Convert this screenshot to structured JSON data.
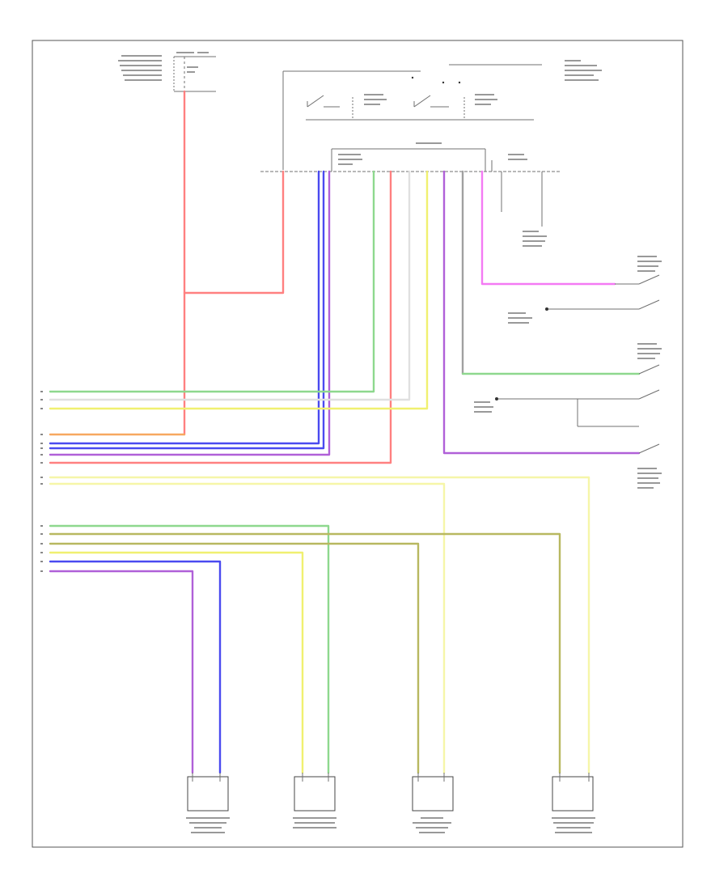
{
  "diagram": {
    "frame_label": "",
    "fuse_block_label": "",
    "control_unit_label": "",
    "footer_code": ""
  },
  "colors": {
    "red": "#ff8080",
    "blue": "#4a4af0",
    "violet": "#b060d8",
    "green": "#8ed88e",
    "yellow": "#f0f070",
    "light_yellow": "#f6f6a8",
    "orange": "#f7a860",
    "pink": "#f47af4",
    "olive": "#b8b860",
    "gray": "#a0a0a0",
    "brown": "#a88a78",
    "black": "#444444"
  },
  "components": [
    {
      "id": "left-blend-actuator",
      "icon": "actuator-icon"
    },
    {
      "id": "air-mix-actuator",
      "icon": "actuator-icon"
    },
    {
      "id": "fresh-recirc-actuator",
      "icon": "actuator-icon"
    },
    {
      "id": "intake-door-actuator",
      "icon": "actuator-icon"
    }
  ]
}
